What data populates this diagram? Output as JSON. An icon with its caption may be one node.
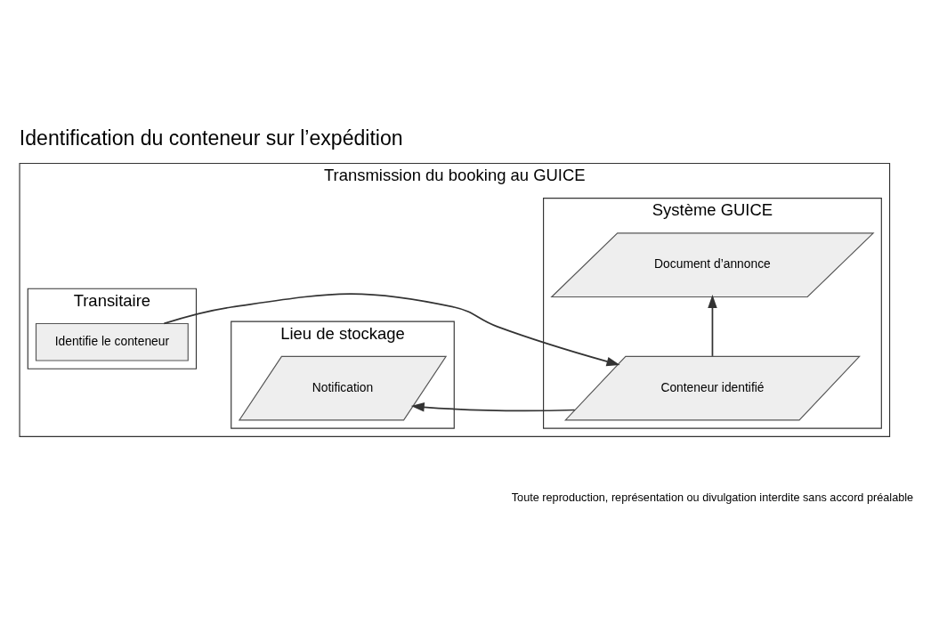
{
  "diagram": {
    "title": "Identification du conteneur sur l’expédition",
    "nodes": [
      {
        "text": [
          "Transmission du booking au GUICE"
        ]
      },
      {
        "text": [
          "Transitaire"
        ],
        "in": 0
      },
      {
        "text": [
          "Lieu de stockage"
        ],
        "in": 0
      },
      {
        "text": [
          "Système GUICE"
        ],
        "in": 0
      },
      {
        "text": [
          "Document d’annonce"
        ],
        "in": 3
      },
      {
        "text": [
          "Identifie le conteneur"
        ],
        "in": 1
      },
      {
        "text": [
          "Conteneur identifié"
        ],
        "in": 3
      },
      {
        "text": [
          "Notification"
        ],
        "in": 2
      }
    ],
    "edges": [
      {
        "from": 5,
        "to": 6,
        "arrow": "to"
      },
      {
        "from": 6,
        "to": 4,
        "arrow": "to"
      },
      {
        "from": 6,
        "to": 7,
        "arrow": "to"
      }
    ],
    "labels": [
      "Toute reproduction, représentation ou divulgation interdite sans accord préalable"
    ]
  }
}
